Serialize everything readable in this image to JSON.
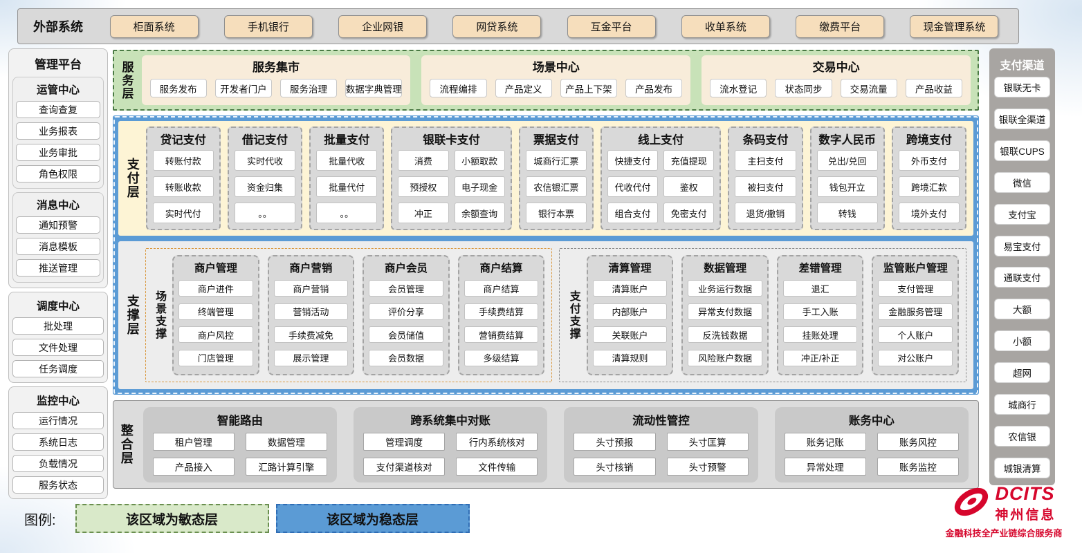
{
  "external": {
    "label": "外部系统",
    "systems": [
      "柜面系统",
      "手机银行",
      "企业网银",
      "网贷系统",
      "互金平台",
      "收单系统",
      "缴费平台",
      "现金管理系统"
    ]
  },
  "management_platform": {
    "title": "管理平台",
    "sections": [
      {
        "title": "运管中心",
        "items": [
          "查询查复",
          "业务报表",
          "业务审批",
          "角色权限"
        ]
      },
      {
        "title": "消息中心",
        "items": [
          "通知预警",
          "消息模板",
          "推送管理"
        ]
      }
    ],
    "standalone_sections": [
      {
        "title": "调度中心",
        "items": [
          "批处理",
          "文件处理",
          "任务调度"
        ]
      },
      {
        "title": "监控中心",
        "items": [
          "运行情况",
          "系统日志",
          "负载情况",
          "服务状态"
        ]
      }
    ]
  },
  "service_layer": {
    "label": "服务层",
    "groups": [
      {
        "title": "服务集市",
        "items": [
          "服务发布",
          "开发者门户",
          "服务治理",
          "数据字典管理"
        ]
      },
      {
        "title": "场景中心",
        "items": [
          "流程编排",
          "产品定义",
          "产品上下架",
          "产品发布"
        ]
      },
      {
        "title": "交易中心",
        "items": [
          "流水登记",
          "状态同步",
          "交易流量",
          "产品收益"
        ]
      }
    ]
  },
  "payment_layer": {
    "label": "支付层",
    "groups": [
      {
        "title": "贷记支付",
        "cols": "1",
        "items": [
          "转账付款",
          "转账收款",
          "实时代付"
        ]
      },
      {
        "title": "借记支付",
        "cols": "1",
        "items": [
          "实时代收",
          "资金归集",
          "。。"
        ]
      },
      {
        "title": "批量支付",
        "cols": "1",
        "items": [
          "批量代收",
          "批量代付",
          "。。"
        ]
      },
      {
        "title": "银联卡支付",
        "cols": "2",
        "items": [
          "消费",
          "小额取款",
          "预授权",
          "电子现金",
          "冲正",
          "余额查询"
        ]
      },
      {
        "title": "票据支付",
        "cols": "1",
        "items": [
          "城商行汇票",
          "农信银汇票",
          "银行本票"
        ]
      },
      {
        "title": "线上支付",
        "cols": "2",
        "items": [
          "快捷支付",
          "充值提现",
          "代收代付",
          "鉴权",
          "组合支付",
          "免密支付"
        ]
      },
      {
        "title": "条码支付",
        "cols": "1",
        "items": [
          "主扫支付",
          "被扫支付",
          "退货/撤销"
        ]
      },
      {
        "title": "数字人民币",
        "cols": "1",
        "items": [
          "兑出/兑回",
          "钱包开立",
          "转钱"
        ]
      },
      {
        "title": "跨境支付",
        "cols": "1",
        "items": [
          "外币支付",
          "跨境汇款",
          "境外支付"
        ]
      }
    ]
  },
  "support_layer": {
    "label": "支撑层",
    "zones": [
      {
        "label": "场景支撑",
        "style": "orange",
        "groups": [
          {
            "title": "商户管理",
            "items": [
              "商户进件",
              "终端管理",
              "商户风控",
              "门店管理"
            ]
          },
          {
            "title": "商户营销",
            "items": [
              "商户营销",
              "营销活动",
              "手续费减免",
              "展示管理"
            ]
          },
          {
            "title": "商户会员",
            "items": [
              "会员管理",
              "评价分享",
              "会员储值",
              "会员数据"
            ]
          },
          {
            "title": "商户结算",
            "items": [
              "商户结算",
              "手续费结算",
              "营销费结算",
              "多级结算"
            ]
          }
        ]
      },
      {
        "label": "支付支撑",
        "style": "gray",
        "groups": [
          {
            "title": "清算管理",
            "items": [
              "清算账户",
              "内部账户",
              "关联账户",
              "清算规则"
            ]
          },
          {
            "title": "数据管理",
            "items": [
              "业务运行数据",
              "异常支付数据",
              "反洗钱数据",
              "风险账户数据"
            ]
          },
          {
            "title": "差错管理",
            "items": [
              "退汇",
              "手工入账",
              "挂账处理",
              "冲正/补正"
            ]
          },
          {
            "title": "监管账户管理",
            "items": [
              "支付管理",
              "金融服务管理",
              "个人账户",
              "对公账户"
            ]
          }
        ]
      }
    ]
  },
  "integration_layer": {
    "label": "整合层",
    "groups": [
      {
        "title": "智能路由",
        "items": [
          "租户管理",
          "数据管理",
          "产品接入",
          "汇路计算引擎"
        ]
      },
      {
        "title": "跨系统集中对账",
        "items": [
          "管理调度",
          "行内系统核对",
          "支付渠道核对",
          "文件传输"
        ]
      },
      {
        "title": "流动性管控",
        "items": [
          "头寸预报",
          "头寸匡算",
          "头寸核销",
          "头寸预警"
        ]
      },
      {
        "title": "账务中心",
        "items": [
          "账务记账",
          "账务风控",
          "异常处理",
          "账务监控"
        ]
      }
    ]
  },
  "payment_channels": {
    "title": "支付渠道",
    "items": [
      "银联无卡",
      "银联全渠道",
      "银联CUPS",
      "微信",
      "支付宝",
      "易宝支付",
      "通联支付",
      "大额",
      "小额",
      "超网",
      "城商行",
      "农信银",
      "城银清算"
    ]
  },
  "legend": {
    "label": "图例:",
    "agile": "该区域为敏态层",
    "stable": "该区域为稳态层"
  },
  "logo": {
    "name": "DCITS",
    "company": "神州信息",
    "tagline": "金融科技全产业链综合服务商"
  },
  "colors": {
    "agile_green": "#c8e2b8",
    "stable_blue": "#5b9bd5",
    "wheat": "#f6debc",
    "panel_yellow": "#fdf4d5",
    "group_gray": "#d9d9d9",
    "logo_red": "#d6062c"
  }
}
